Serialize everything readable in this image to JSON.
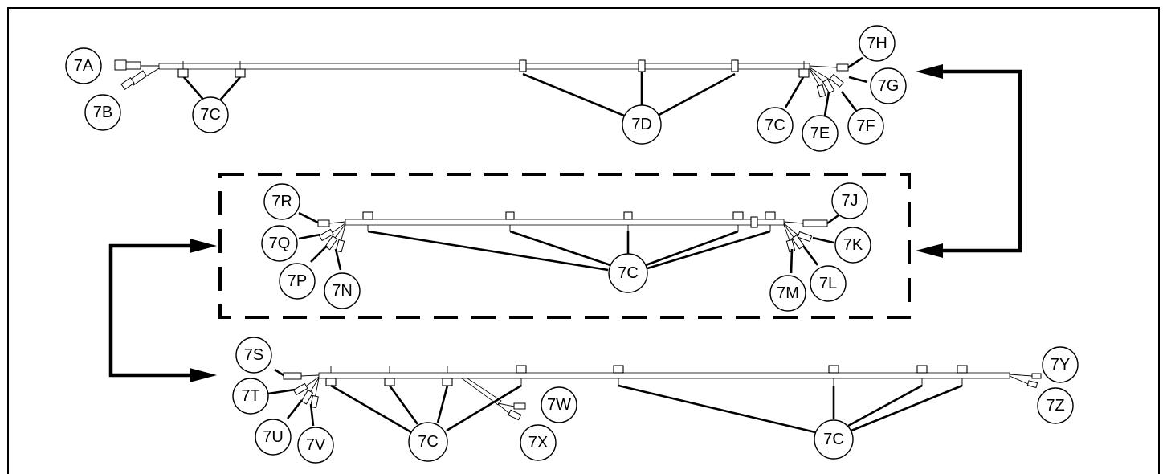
{
  "colors": {
    "line": "#000000",
    "background": "#ffffff"
  },
  "callouts": {
    "a": "7A",
    "b": "7B",
    "c": "7C",
    "d": "7D",
    "e": "7E",
    "f": "7F",
    "g": "7G",
    "h": "7H",
    "j": "7J",
    "k": "7K",
    "l": "7L",
    "m": "7M",
    "n": "7N",
    "p": "7P",
    "q": "7Q",
    "r": "7R",
    "s": "7S",
    "t": "7T",
    "u": "7U",
    "v": "7V",
    "w": "7W",
    "x": "7X",
    "y": "7Y",
    "z": "7Z"
  }
}
